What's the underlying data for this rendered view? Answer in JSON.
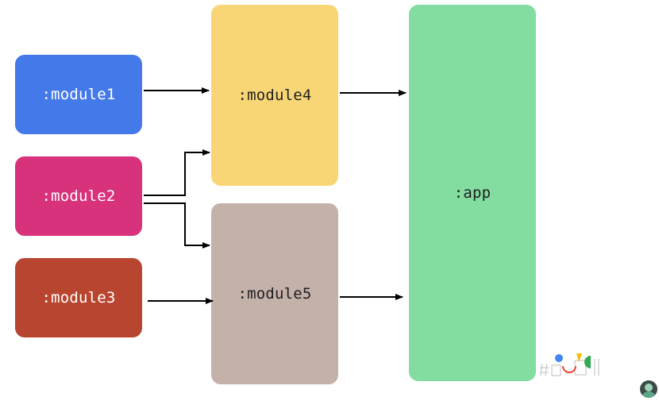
{
  "modules": {
    "module1": ":module1",
    "module2": ":module2",
    "module3": ":module3",
    "module4": ":module4",
    "module5": ":module5",
    "app": ":app"
  },
  "edges": [
    {
      "from": ":module1",
      "to": ":module4"
    },
    {
      "from": ":module2",
      "to": ":module4"
    },
    {
      "from": ":module2",
      "to": ":module5"
    },
    {
      "from": ":module3",
      "to": ":module5"
    },
    {
      "from": ":module4",
      "to": ":app"
    },
    {
      "from": ":module5",
      "to": ":app"
    }
  ],
  "colors": {
    "module1": "#4479e9",
    "module2": "#d8327c",
    "module3": "#b8452f",
    "module4": "#f8d676",
    "module5": "#c4b1a9",
    "app": "#83dca0",
    "arrow": "#000000"
  },
  "branding": {
    "logo_icon": "google-io-logo-icon",
    "avatar_icon": "presenter-avatar-icon"
  }
}
